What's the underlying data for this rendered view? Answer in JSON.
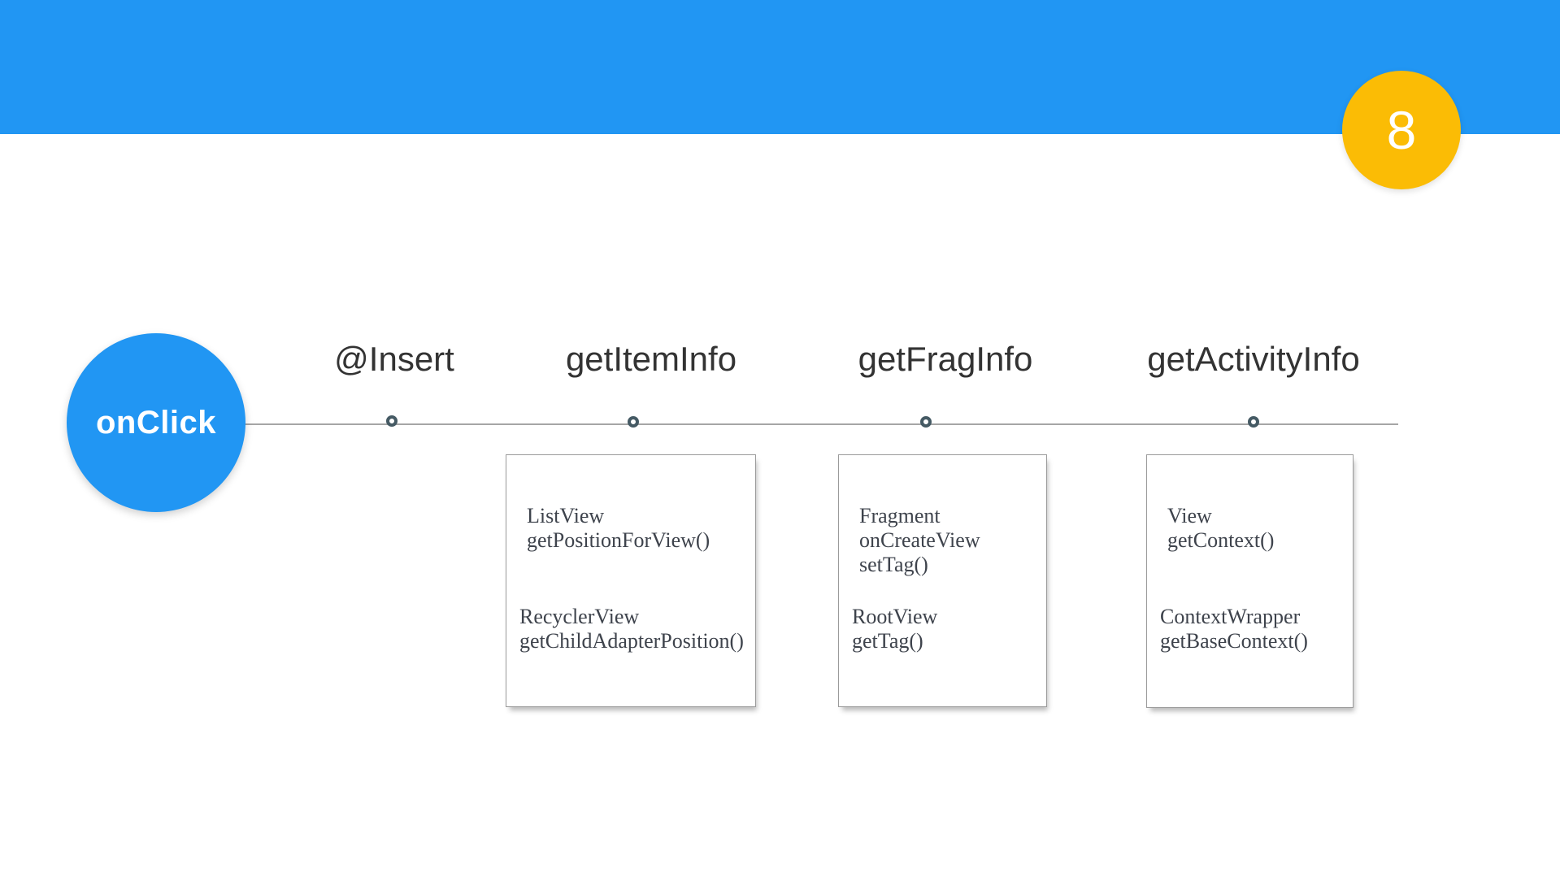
{
  "slide": {
    "page_number": "8",
    "start_node_label": "onClick",
    "milestones": [
      {
        "label": "@Insert"
      },
      {
        "label": "getItemInfo"
      },
      {
        "label": "getFragInfo"
      },
      {
        "label": "getActivityInfo"
      }
    ],
    "cards": [
      {
        "groups": [
          {
            "lines": [
              "ListView",
              "getPositionForView()"
            ]
          },
          {
            "lines": [
              "RecyclerView",
              "getChildAdapterPosition()"
            ]
          }
        ]
      },
      {
        "groups": [
          {
            "lines": [
              "Fragment",
              "onCreateView",
              "setTag()"
            ]
          },
          {
            "lines": [
              "RootView",
              "getTag()"
            ]
          }
        ]
      },
      {
        "groups": [
          {
            "lines": [
              "View",
              "getContext()"
            ]
          },
          {
            "lines": [
              "ContextWrapper",
              "getBaseContext()"
            ]
          }
        ]
      }
    ],
    "colors": {
      "header_blue": "#2196F3",
      "badge_yellow": "#FBBC05",
      "node_ring": "#455A64",
      "timeline_line": "#A6A6A6"
    }
  }
}
